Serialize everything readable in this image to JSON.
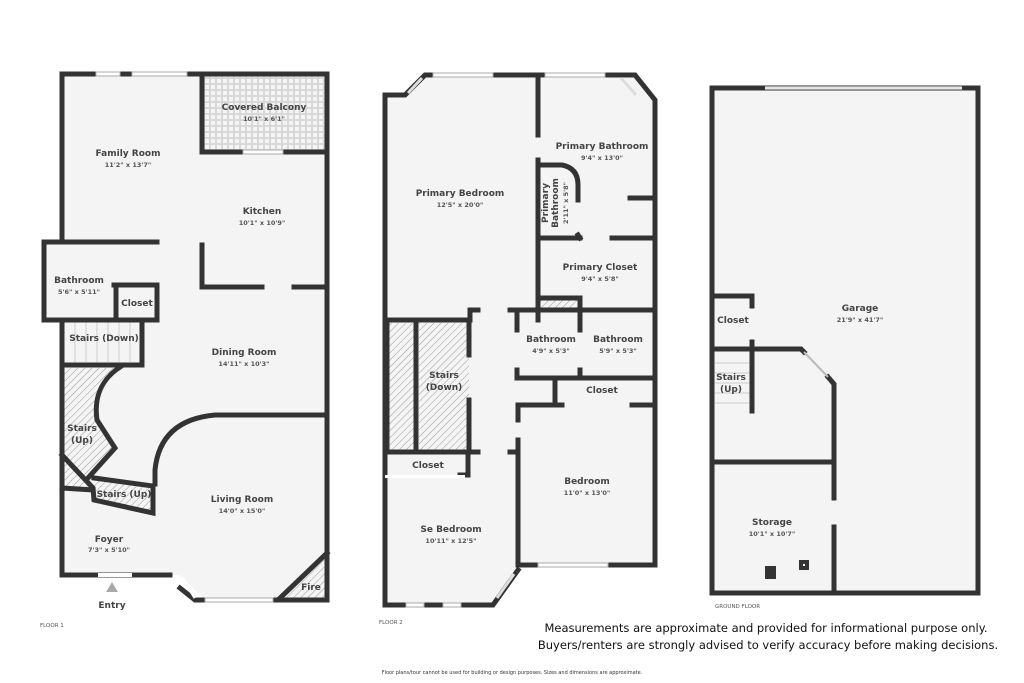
{
  "floor1": {
    "label": "FLOOR 1",
    "entry": "Entry",
    "rooms": [
      {
        "name": "Covered Balcony",
        "dims": "10'1\" x 6'1\""
      },
      {
        "name": "Family Room",
        "dims": "11'2\" x 13'7\""
      },
      {
        "name": "Kitchen",
        "dims": "10'1\" x 10'9\""
      },
      {
        "name": "Bathroom",
        "dims": "5'6\" x 5'11\""
      },
      {
        "name": "Closet"
      },
      {
        "name": "Stairs (Down)"
      },
      {
        "name": "Dining Room",
        "dims": "14'11\" x 10'3\""
      },
      {
        "name_line1": "Stairs",
        "name_line2": "(Up)"
      },
      {
        "name": "Stairs (Up)"
      },
      {
        "name": "Living Room",
        "dims": "14'0\" x 15'0\""
      },
      {
        "name": "Foyer",
        "dims": "7'3\" x 5'10\""
      },
      {
        "name": "Fire"
      }
    ]
  },
  "floor2": {
    "label": "FLOOR 2",
    "rooms": [
      {
        "name": "Primary Bedroom",
        "dims": "12'5\" x 20'0\""
      },
      {
        "name": "Primary Bathroom",
        "dims": "9'4\" x 13'0\""
      },
      {
        "name_line1": "Primary",
        "name_line2": "Bathroom",
        "dims": "2'11\" x 5'8\""
      },
      {
        "name": "Primary Closet",
        "dims": "9'4\" x 5'8\""
      },
      {
        "name": "Bathroom",
        "dims": "4'9\" x 5'3\""
      },
      {
        "name": "Bathroom",
        "dims": "5'9\" x 5'3\""
      },
      {
        "name_line1": "Stairs",
        "name_line2": "(Down)"
      },
      {
        "name": "Closet"
      },
      {
        "name": "Closet"
      },
      {
        "name": "Bedroom",
        "dims": "11'0\" x 13'0\""
      },
      {
        "name": "Se Bedroom",
        "dims": "10'11\" x 12'5\""
      }
    ]
  },
  "ground": {
    "label": "GROUND FLOOR",
    "rooms": [
      {
        "name": "Garage",
        "dims": "21'9\" x 41'7\""
      },
      {
        "name": "Closet"
      },
      {
        "name_line1": "Stairs",
        "name_line2": "(Up)"
      },
      {
        "name": "Storage",
        "dims": "10'1\" x 10'7\""
      }
    ]
  },
  "disclaimer": {
    "line1": "Measurements are approximate and provided for informational purpose only.",
    "line2": "Buyers/renters are strongly advised to verify accuracy before making decisions."
  },
  "footer": "Floor plans/tour cannot be used for building or design purposes. Sizes and dimensions are approximate.",
  "colors": {
    "wall": "#333333",
    "floor": "#f4f4f4",
    "hatch": "#999999"
  }
}
